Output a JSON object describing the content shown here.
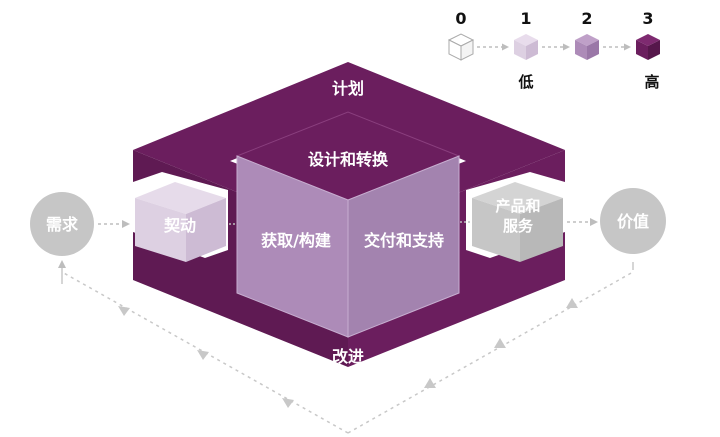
{
  "legend": {
    "levels": [
      {
        "number": "0",
        "label": "",
        "color": "#ffffff"
      },
      {
        "number": "1",
        "label": "低",
        "color": "#ddd0e2"
      },
      {
        "number": "2",
        "label": "",
        "color": "#ad8bb8"
      },
      {
        "number": "3",
        "label": "高",
        "color": "#6b1e5e"
      }
    ]
  },
  "frame": {
    "top": "计划",
    "bottom": "改进"
  },
  "core": {
    "top": "设计和转换",
    "left": "获取/构建",
    "right": "交付和支持"
  },
  "side_cubes": {
    "left": "契动",
    "right_line1": "产品和",
    "right_line2": "服务"
  },
  "endpoints": {
    "input": "需求",
    "output": "价值"
  },
  "colors": {
    "frame_purple": "#6b1e5e",
    "light_purple": "#ad8bb8",
    "pale_purple": "#ddd0e2",
    "gray": "#c6c6c6",
    "arrow_gray": "#bdbdbd"
  }
}
